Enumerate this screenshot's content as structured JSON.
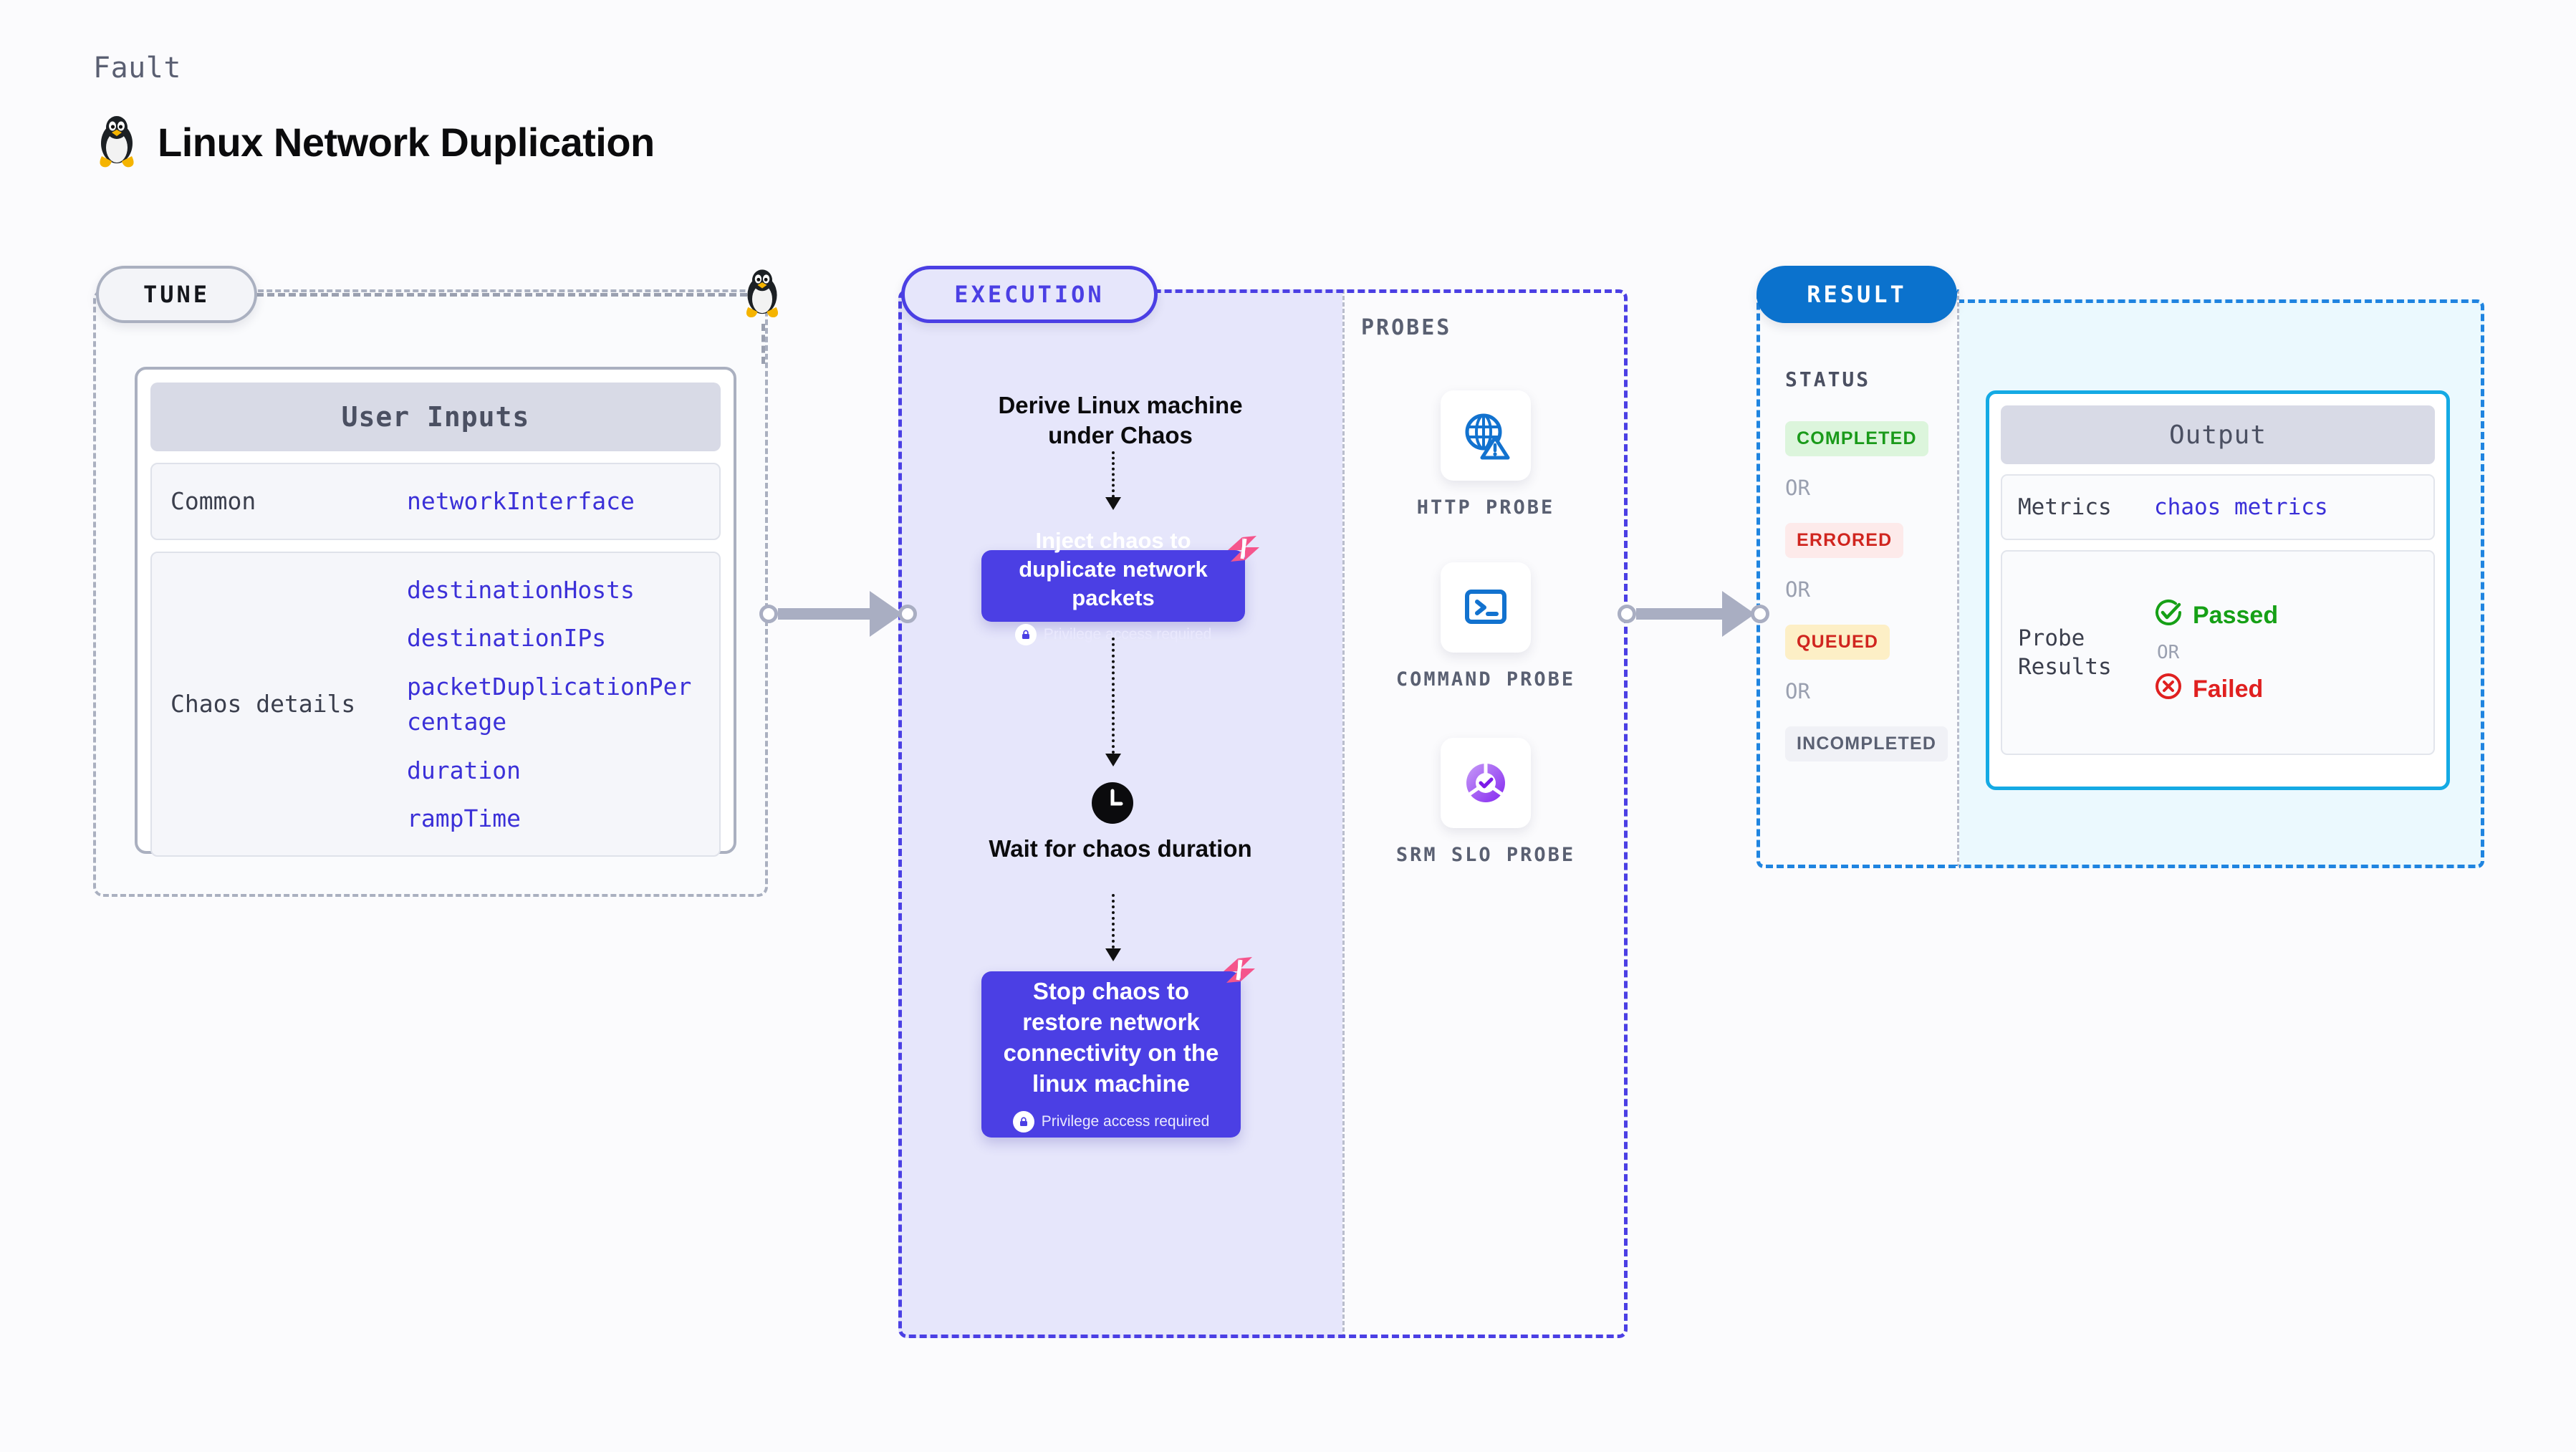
{
  "header": {
    "kicker": "Fault",
    "title": "Linux Network Duplication",
    "tux_icon": "linux-penguin-icon"
  },
  "tune": {
    "pill_label": "TUNE",
    "connector_icon": "linux-penguin-icon",
    "card": {
      "heading": "User Inputs",
      "rows": [
        {
          "key": "Common",
          "values": [
            "networkInterface"
          ]
        },
        {
          "key": "Chaos details",
          "values": [
            "destinationHosts",
            "destinationIPs",
            "packetDuplicationPercentage",
            "duration",
            "rampTime"
          ]
        }
      ]
    }
  },
  "execution": {
    "pill_label": "EXECUTION",
    "steps": [
      {
        "type": "text",
        "label": "Derive Linux machine under Chaos"
      },
      {
        "type": "node",
        "label": "Inject chaos to duplicate network packets",
        "privilege": "Privilege access required",
        "badge": "harness-logo-icon",
        "lock": "lock-icon"
      },
      {
        "type": "timer",
        "icon": "clock-icon",
        "label": "Wait for chaos duration"
      },
      {
        "type": "node",
        "label": "Stop chaos to restore network connectivity on the linux machine",
        "privilege": "Privilege access required",
        "badge": "harness-logo-icon",
        "lock": "lock-icon"
      }
    ]
  },
  "probes": {
    "label": "PROBES",
    "items": [
      {
        "label": "HTTP PROBE",
        "icon": "globe-warning-icon"
      },
      {
        "label": "COMMAND PROBE",
        "icon": "terminal-icon"
      },
      {
        "label": "SRM SLO PROBE",
        "icon": "slo-donut-check-icon"
      }
    ]
  },
  "result": {
    "pill_label": "RESULT",
    "status_title": "STATUS",
    "or_label": "OR",
    "statuses": [
      {
        "label": "COMPLETED",
        "bg": "#dcf5dc",
        "fg": "#1a9a1a"
      },
      {
        "label": "ERRORED",
        "bg": "#fdeaea",
        "fg": "#d0251f"
      },
      {
        "label": "QUEUED",
        "bg": "#fdefc6",
        "fg": "#d0251f"
      },
      {
        "label": "INCOMPLETED",
        "bg": "#f0f1f6",
        "fg": "#5a6072"
      }
    ],
    "output": {
      "heading": "Output",
      "metrics_key": "Metrics",
      "metrics_value": "chaos metrics",
      "probe_key": "Probe Results",
      "passed_label": "Passed",
      "failed_label": "Failed",
      "or_label": "OR",
      "passed_icon": "check-circle-icon",
      "failed_icon": "x-circle-icon"
    }
  },
  "connectors": {
    "arrow1": "arrow-tune-to-execution",
    "arrow2": "arrow-probes-to-result"
  },
  "colors": {
    "accent_purple": "#4b3fe4",
    "accent_blue": "#0b72cd",
    "accent_cyan": "#14aae4",
    "pink_badge": "#f5558c",
    "code_text": "#3b30d8"
  }
}
